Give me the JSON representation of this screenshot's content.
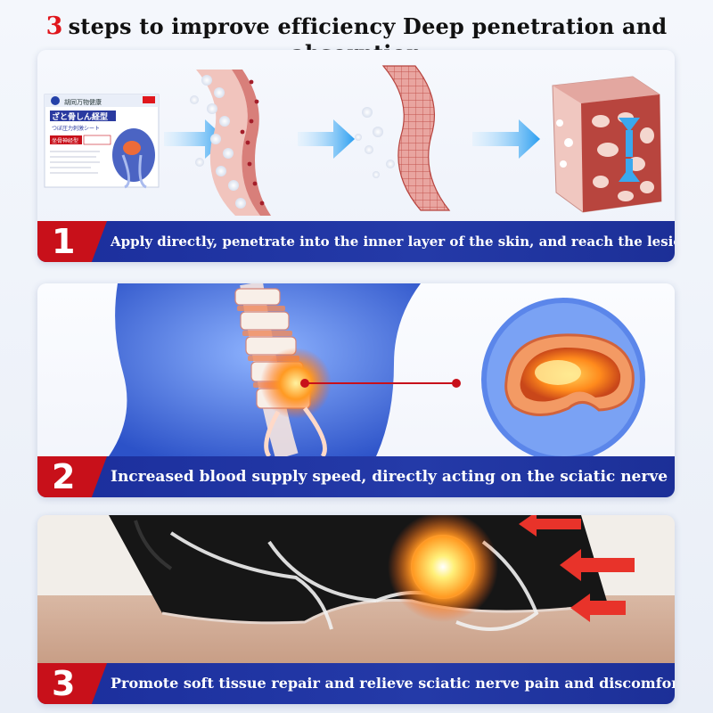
{
  "header": {
    "number": "3",
    "title": "steps to improve efficiency Deep penetration and absorption"
  },
  "product": {
    "name_line": "ざと骨しん経型",
    "sub_line": "つぼ圧力刺激シート",
    "tag_line": "坐骨神经型"
  },
  "steps": [
    {
      "number": "1",
      "text": "Apply directly, penetrate into the inner layer of the skin, and reach the lesion directly"
    },
    {
      "number": "2",
      "text": "Increased blood supply speed, directly acting on the sciatic nerve"
    },
    {
      "number": "3",
      "text": "Promote soft tissue repair and relieve sciatic nerve pain and discomfort"
    }
  ],
  "colors": {
    "accent_red": "#e0161c",
    "banner_blue": "#1b2e9c",
    "skin_pink": "#e8b0a8",
    "glow_orange": "#ff8a1c",
    "arrow_blue": "#3aa8ee"
  }
}
